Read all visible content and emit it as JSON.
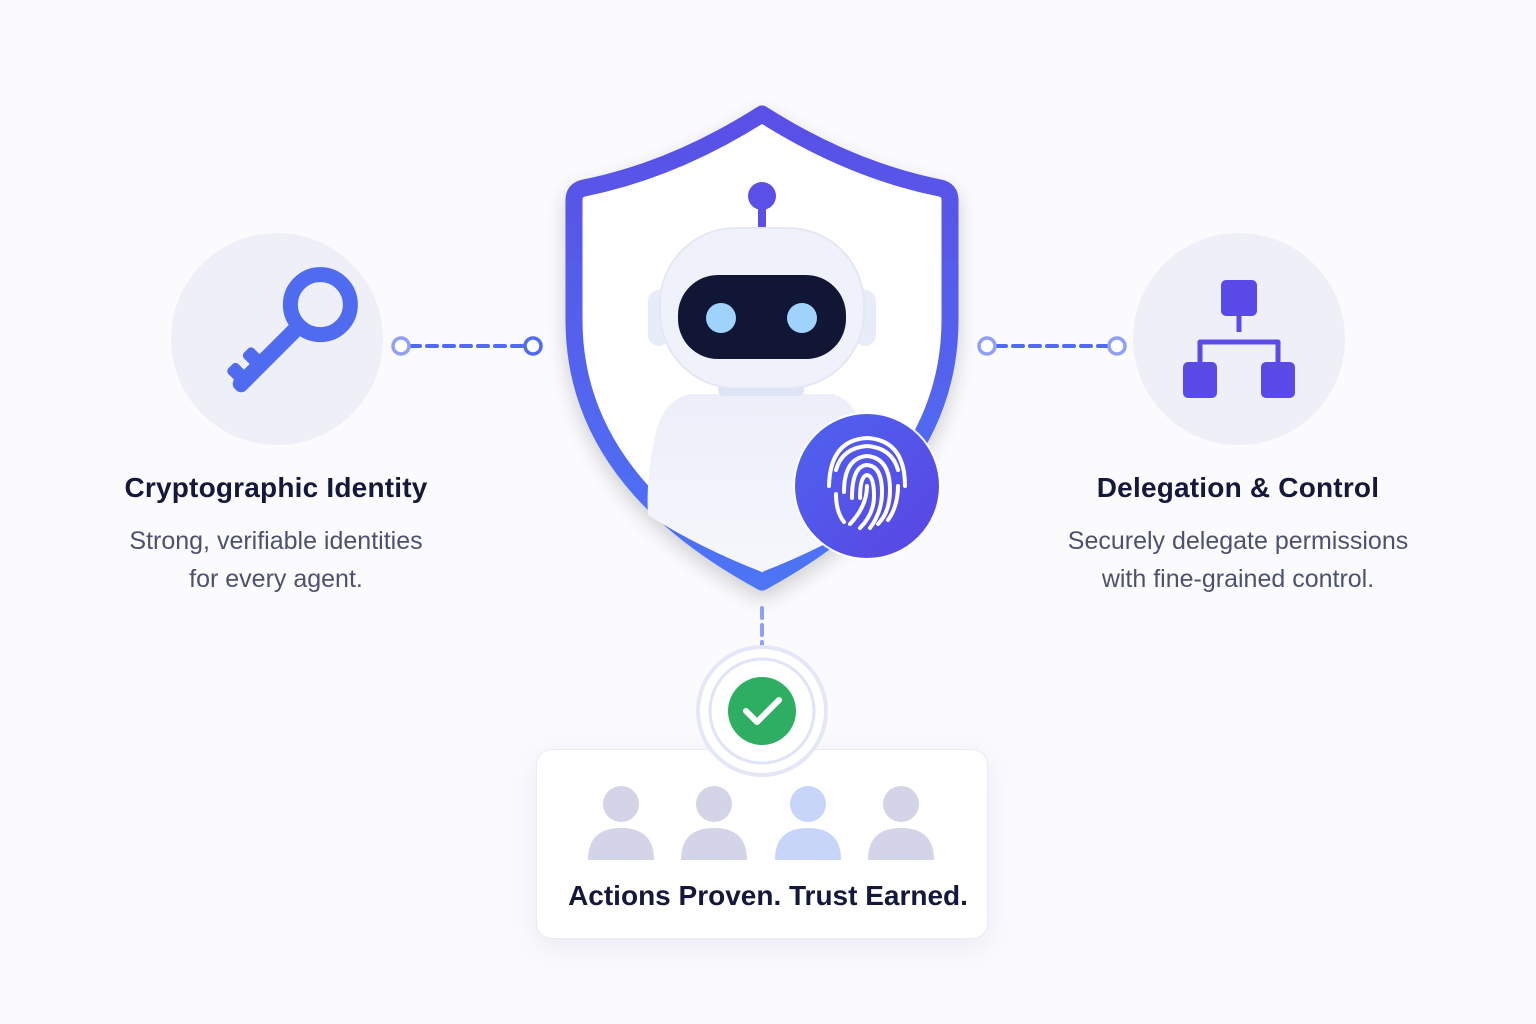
{
  "left_feature": {
    "icon": "key-icon",
    "title": "Cryptographic Identity",
    "description_line1": "Strong, verifiable identities",
    "description_line2": "for every agent."
  },
  "right_feature": {
    "icon": "hierarchy-icon",
    "title": "Delegation & Control",
    "description_line1": "Securely delegate permissions",
    "description_line2": "with fine-grained control."
  },
  "center": {
    "shield_icon": "shield-icon",
    "robot_icon": "robot-icon",
    "fingerprint_icon": "fingerprint-icon",
    "verified_icon": "check-icon"
  },
  "trust_card": {
    "caption": "Actions Proven. Trust Earned.",
    "people_icons": [
      "person-icon",
      "person-icon",
      "person-icon",
      "person-icon"
    ]
  },
  "colors": {
    "accent_blue": "#4f6bf0",
    "accent_indigo": "#5a4be8",
    "success_green": "#2eae62",
    "text_dark": "#14183a",
    "text_muted": "#4c5170"
  }
}
